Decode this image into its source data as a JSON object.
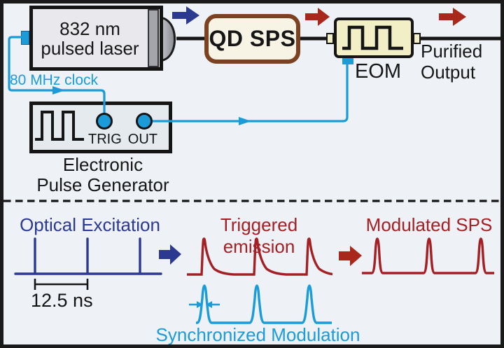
{
  "figure": {
    "background": "#eef1f5",
    "frame_color": "#1a1a1a",
    "divider_style": "dashed"
  },
  "colors": {
    "cyan_signal": "#1b9cd8",
    "dark_blue": "#2b3990",
    "dark_red": "#a32025",
    "arrow_red": "#a8291b",
    "laser_fill": "#e9e9ed",
    "qd_fill": "#f8f4e5",
    "qd_border": "#7b4120",
    "eom_fill": "#f2eec6",
    "generator_fill": "#e5eaef"
  },
  "setup": {
    "laser_line1": "832 nm",
    "laser_line2": "pulsed laser",
    "clock_label": "80 MHz clock",
    "qd_sps_label": "QD SPS",
    "eom_label": "EOM",
    "output_line1": "Purified",
    "output_line2": "Output",
    "trig_label": "TRIG",
    "out_label": "OUT",
    "generator_line1": "Electronic",
    "generator_line2": "Pulse Generator"
  },
  "timing": {
    "optical_excitation_label": "Optical Excitation",
    "period_label": "12.5 ns",
    "triggered_emission_label": "Triggered emission",
    "modulated_sps_label": "Modulated SPS",
    "synchronized_modulation_label": "Synchronized Modulation",
    "pulses_per_trace": 3
  }
}
